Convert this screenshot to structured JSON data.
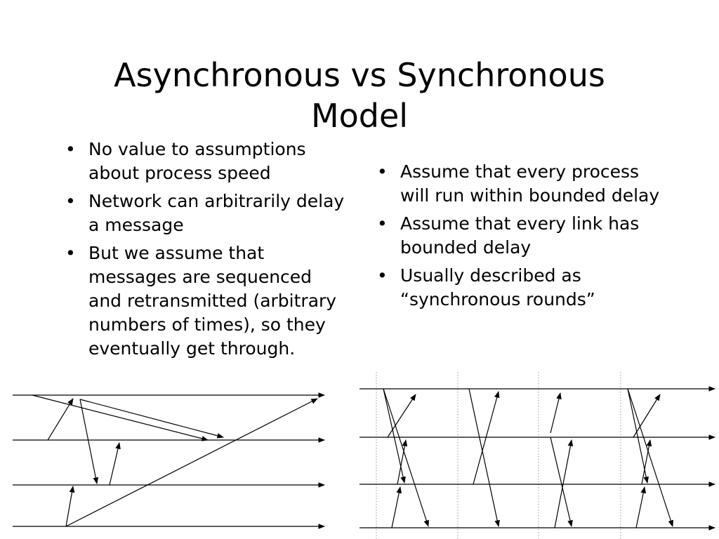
{
  "slide": {
    "title_line1": "Asynchronous vs Synchronous",
    "title_line2": "Model",
    "left_bullets": [
      "No value to assumptions about process speed",
      "Network can arbitrarily delay a message",
      "But we assume that messages are sequenced and retransmitted (arbitrary numbers of times), so they eventually get through."
    ],
    "right_bullets": [
      "Assume that every process will run within bounded delay",
      "Assume that every link has bounded delay",
      "Usually described as “synchronous rounds”"
    ]
  },
  "diagrams": {
    "async": {
      "process_count": 4,
      "messages": [
        {
          "from": 1,
          "to": 0
        },
        {
          "from": 0,
          "to": 1
        },
        {
          "from": 0,
          "to": 1
        },
        {
          "from": 0,
          "to": 2
        },
        {
          "from": 2,
          "to": 1
        },
        {
          "from": 3,
          "to": 2
        },
        {
          "from": 3,
          "to": 0
        }
      ]
    },
    "sync": {
      "process_count": 4,
      "round_boundaries": 4,
      "rounds": 4
    }
  }
}
